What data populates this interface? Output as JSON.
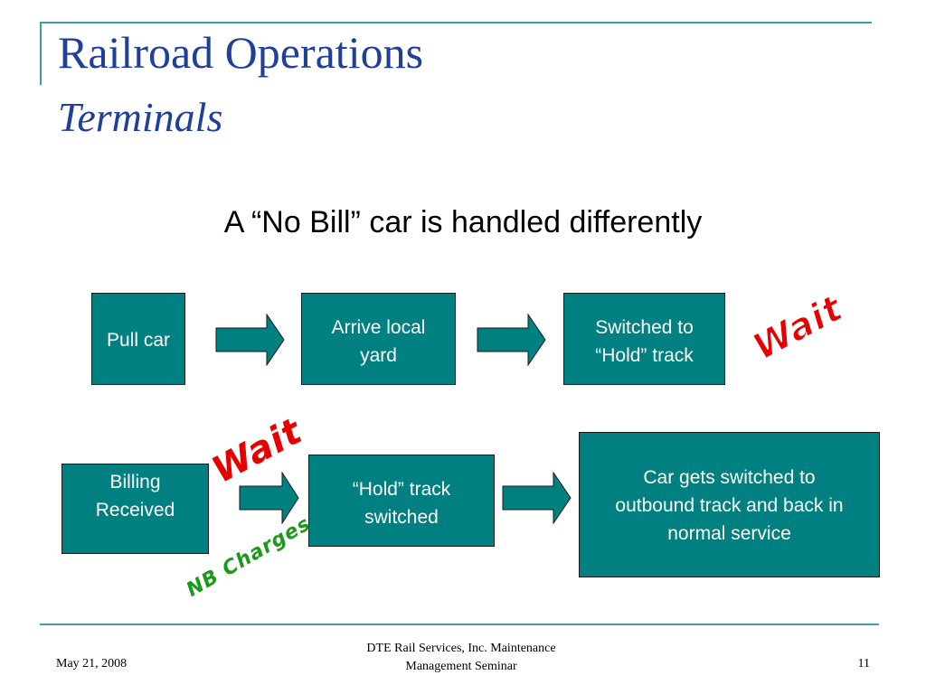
{
  "slide": {
    "title": "Railroad Operations",
    "subtitle": "Terminals",
    "heading": "A “No Bill” car is handled differently"
  },
  "flow": {
    "row1": {
      "step1": [
        "Pull car"
      ],
      "step2": [
        "Arrive local",
        "yard"
      ],
      "step3": [
        "Switched to",
        "“Hold” track"
      ]
    },
    "row2": {
      "step1": [
        "Billing",
        "Received"
      ],
      "step2": [
        "“Hold” track",
        "switched"
      ],
      "step3": [
        "Car gets switched to",
        "outbound track and back in",
        "normal service"
      ]
    },
    "annotations": {
      "wait_top": "Wait",
      "wait_bottom": "Wait",
      "nb_charges": "NB Charges"
    }
  },
  "footer": {
    "date": "May 21, 2008",
    "center_line1": "DTE Rail Services, Inc. Maintenance",
    "center_line2": "Management Seminar",
    "page": "11"
  },
  "colors": {
    "box_fill": "#008080",
    "title_blue": "#1f3f99",
    "accent_line": "#3f9ea3",
    "wait_red": "#e60000",
    "nb_green": "#1a9a1a"
  }
}
